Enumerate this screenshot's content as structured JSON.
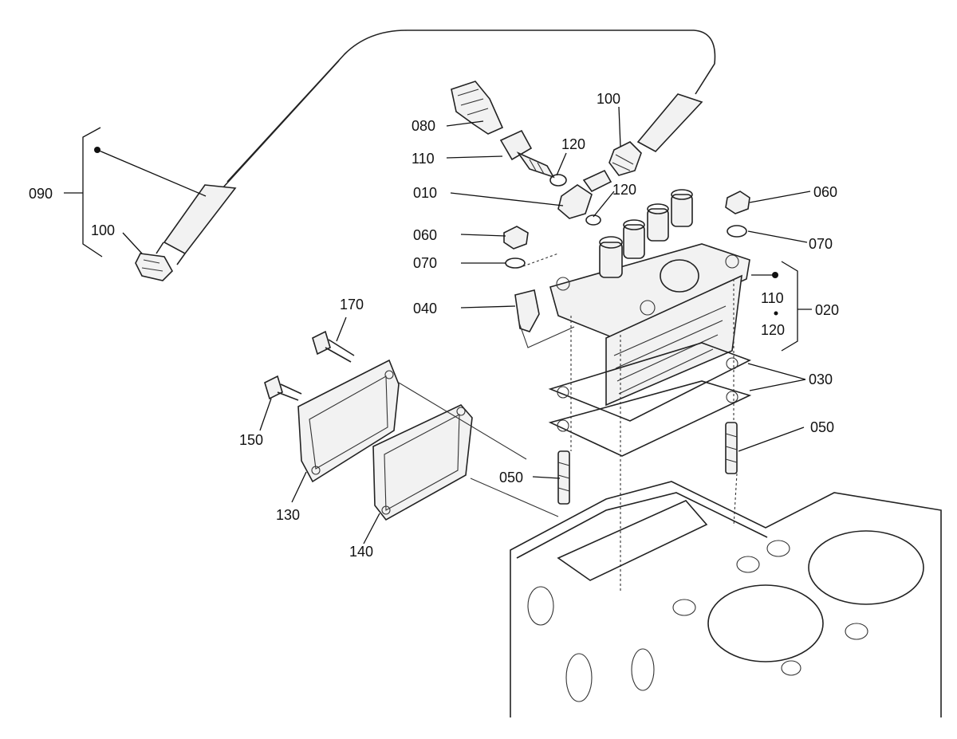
{
  "labels": {
    "l080": "080",
    "l110a": "110",
    "l120a": "120",
    "l010": "010",
    "l120b": "120",
    "l100a": "100",
    "l090": "090",
    "l100b": "100",
    "l060a": "060",
    "l070a": "070",
    "l040": "040",
    "l060b": "060",
    "l070b": "070",
    "l110b": "110",
    "l120c": "120",
    "l020": "020",
    "l030": "030",
    "l050a": "050",
    "l050b": "050",
    "l170": "170",
    "l150": "150",
    "l130": "130",
    "l140": "140"
  }
}
